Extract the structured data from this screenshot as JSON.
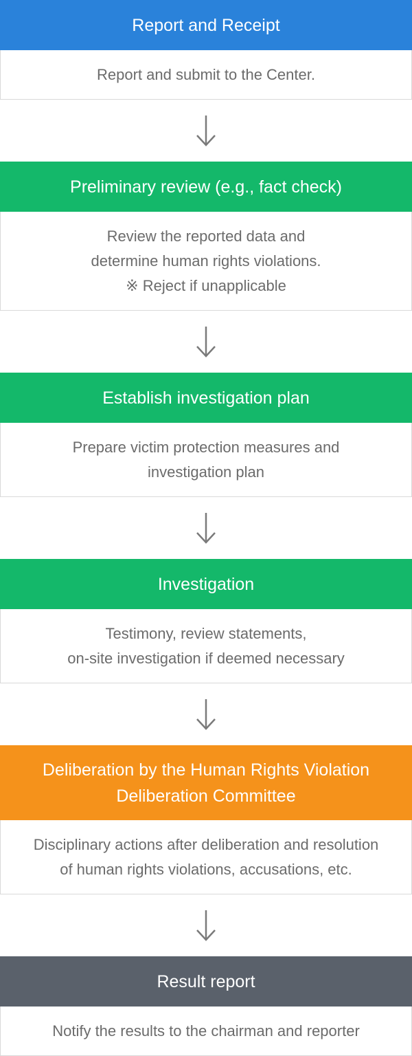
{
  "colors": {
    "blue": "#2a82da",
    "green": "#14b86a",
    "orange": "#f5921b",
    "slate": "#5a616b",
    "arrow": "#7a7a7a"
  },
  "steps": [
    {
      "title": "Report and Receipt",
      "color": "#2a82da",
      "lines": [
        "Report and submit to the Center."
      ]
    },
    {
      "title": "Preliminary review (e.g., fact check)",
      "color": "#14b86a",
      "lines": [
        "Review the reported data and",
        "determine human rights violations.",
        "※ Reject if unapplicable"
      ]
    },
    {
      "title": "Establish investigation plan",
      "color": "#14b86a",
      "lines": [
        "Prepare victim protection measures and",
        "investigation plan"
      ]
    },
    {
      "title": "Investigation",
      "color": "#14b86a",
      "lines": [
        "Testimony, review statements,",
        "on-site investigation if deemed necessary"
      ]
    },
    {
      "title_lines": [
        "Deliberation by the Human Rights Violation",
        "Deliberation Committee"
      ],
      "color": "#f5921b",
      "lines": [
        "Disciplinary actions after deliberation and resolution",
        "of human rights violations, accusations, etc."
      ]
    },
    {
      "title": "Result report",
      "color": "#5a616b",
      "lines": [
        "Notify the results to the chairman and reporter"
      ]
    }
  ],
  "icons": {
    "arrow": "down-arrow-icon"
  }
}
